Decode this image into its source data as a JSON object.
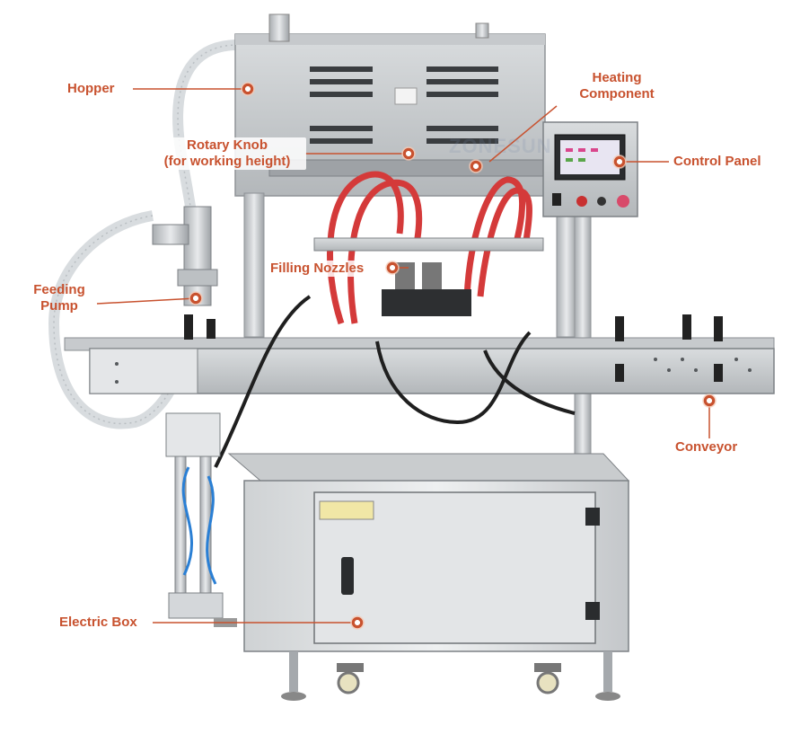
{
  "labels": {
    "hopper": "Hopper",
    "heating_line1": "Heating",
    "heating_line2": "Component",
    "rotary_line1": "Rotary Knob",
    "rotary_line2": "(for working height)",
    "control_panel": "Control Panel",
    "filling_nozzles": "Filling Nozzles",
    "feeding_line1": "Feeding",
    "feeding_line2": "Pump",
    "conveyor": "Conveyor",
    "electric_box": "Electric Box"
  },
  "watermark": "ZONESUN",
  "accent_color": "#c8522f"
}
